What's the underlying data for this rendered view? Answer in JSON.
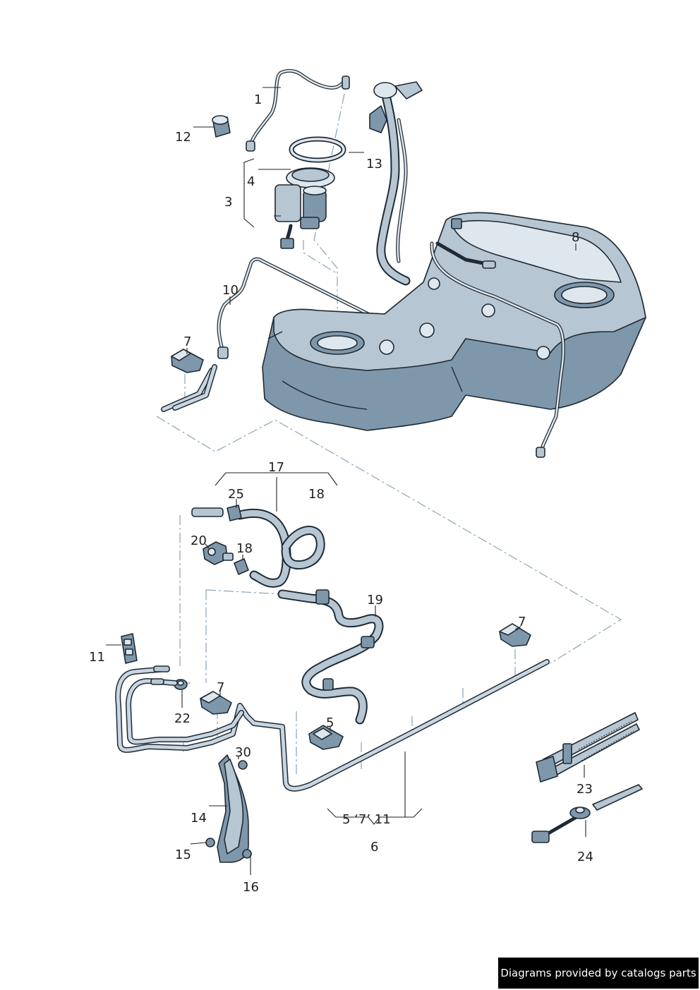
{
  "callouts": {
    "c1": "1",
    "c3": "3",
    "c4": "4",
    "c5": "5",
    "c6": "6",
    "c6_group": "5 ‘7’ 11",
    "c7a": "7",
    "c7b": "7",
    "c7c": "7",
    "c8": "8",
    "c10": "10",
    "c11": "11",
    "c12": "12",
    "c13": "13",
    "c14": "14",
    "c15": "15",
    "c16": "16",
    "c17": "17",
    "c18a": "18",
    "c18b": "18",
    "c19": "19",
    "c20": "20",
    "c22": "22",
    "c23": "23",
    "c24": "24",
    "c25": "25",
    "c30": "30"
  },
  "watermark": "Diagrams provided by catalogs parts",
  "colors": {
    "part_fill": "#b7c6d3",
    "part_outline": "#1f2a33",
    "dash_line": "#8aa4b8",
    "watermark_bg": "#000000",
    "watermark_text": "#ffffff"
  }
}
